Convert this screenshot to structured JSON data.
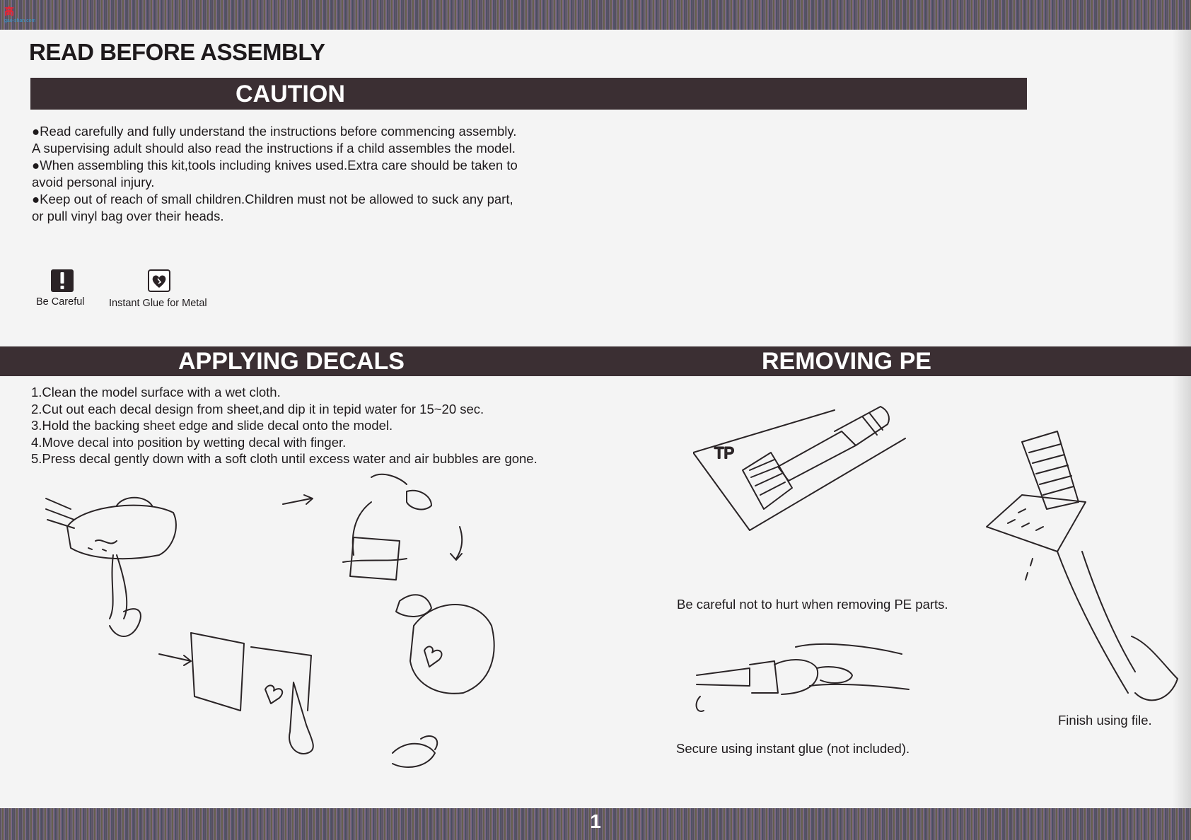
{
  "watermark": {
    "mark": "高",
    "sub": "gao-shan.com"
  },
  "header": {
    "title": "READ BEFORE ASSEMBLY"
  },
  "caution": {
    "heading": "CAUTION",
    "lines": [
      "●Read carefully and fully understand the instructions before commencing assembly.",
      "A supervising adult should also read the instructions if a child assembles the model.",
      "●When assembling this kit,tools including knives used.Extra care should be taken to",
      "avoid personal injury.",
      "●Keep out of reach of small children.Children must not be allowed to suck any part,",
      "or pull vinyl bag over their heads."
    ]
  },
  "legend": {
    "be_careful": {
      "icon": "exclamation-icon",
      "label": "Be Careful"
    },
    "instant_glue": {
      "icon": "glue-heart-icon",
      "label": "Instant Glue for Metal"
    }
  },
  "decals": {
    "heading": "APPLYING DECALS",
    "steps": [
      "1.Clean the model surface with a wet cloth.",
      "2.Cut out each decal design from sheet,and dip it in tepid water for 15~20 sec.",
      "3.Hold the backing sheet edge and slide decal onto the model.",
      "4.Move decal into position by wetting decal with finger.",
      "5.Press decal gently down with a soft cloth until excess water and air bubbles are gone."
    ]
  },
  "pe": {
    "heading": "REMOVING PE",
    "tp_label": "TP",
    "notes": {
      "careful": "Be careful not to hurt when removing PE parts.",
      "glue": "Secure using instant glue (not included).",
      "file": "Finish using file."
    }
  },
  "page": {
    "number": "1"
  },
  "colors": {
    "bar": "#3b2f33",
    "text": "#1e1a1c",
    "paper": "#f4f4f4"
  }
}
